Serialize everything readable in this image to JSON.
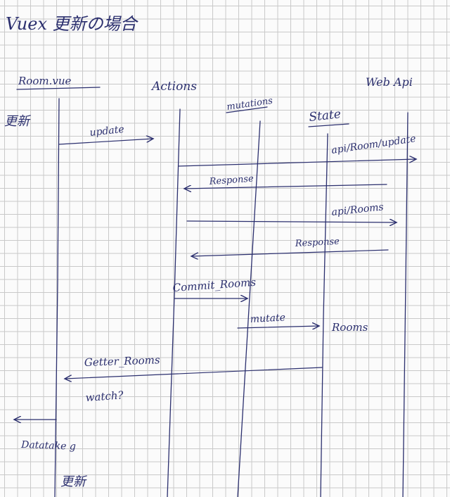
{
  "title": "Vuex 更新の場合",
  "participants": {
    "room_vue": "Room.vue",
    "actions": "Actions",
    "mutations": "mutations",
    "state": "State",
    "web_api": "Web Api"
  },
  "notes": {
    "kousin_top": "更新",
    "watch": "watch?",
    "datatake": "Datatake g",
    "kousin_bottom": "更新"
  },
  "messages": {
    "update": "update",
    "api_rooms_update": "api/Room/update",
    "response_1": "Response",
    "api_rooms": "api/Rooms",
    "response_2": "Response",
    "commit_rooms": "Commit_Rooms",
    "mutate": "mutate",
    "rooms": "Rooms",
    "getter_rooms": "Getter_Rooms"
  },
  "ink_color": "#2b2f6e"
}
